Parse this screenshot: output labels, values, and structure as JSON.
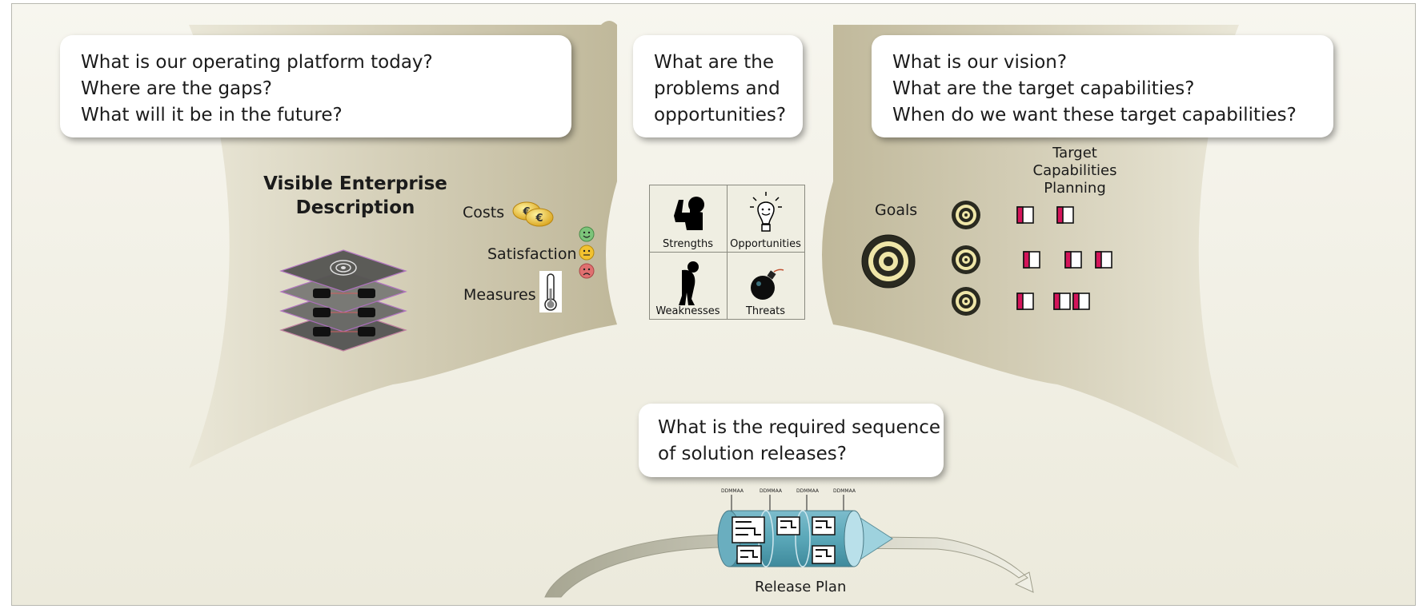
{
  "bubbles": {
    "current_state": [
      "What is our operating platform today?",
      "Where are the gaps?",
      "What will it be in the future?"
    ],
    "problems": [
      "What are the",
      "problems and",
      "opportunities?"
    ],
    "vision": [
      "What is our vision?",
      "What are the target capabilities?",
      "When do we want these target capabilities?"
    ],
    "sequence": [
      "What is the required sequence",
      "of solution releases?"
    ]
  },
  "enterprise": {
    "title_lines": [
      "Visible Enterprise",
      "Description"
    ],
    "costs": "Costs",
    "satisfaction": "Satisfaction",
    "measures": "Measures"
  },
  "swot": {
    "strengths": "Strengths",
    "opportunities": "Opportunities",
    "weaknesses": "Weaknesses",
    "threats": "Threats"
  },
  "target": {
    "goals": "Goals",
    "planning_lines": [
      "Target",
      "Capabilities",
      "Planning"
    ]
  },
  "release": {
    "label": "Release Plan",
    "date_labels": [
      "DDMMAA",
      "DDMMAA",
      "DDMMAA",
      "DDMMAA"
    ]
  },
  "colors": {
    "funnel": "#d8d3bf",
    "capability_accent": "#d4145a",
    "release_teal": "#5aa7b8",
    "smiley_happy": "#7cc47a",
    "smiley_neutral": "#f2c230",
    "smiley_sad": "#e07070"
  },
  "icons": [
    "euro-coins-icon",
    "smiley-happy-icon",
    "smiley-neutral-icon",
    "smiley-sad-icon",
    "thermometer-icon",
    "strength-icon",
    "lightbulb-icon",
    "weakness-icon",
    "bomb-icon",
    "target-icon",
    "layered-architecture-icon",
    "release-arrow-icon"
  ]
}
